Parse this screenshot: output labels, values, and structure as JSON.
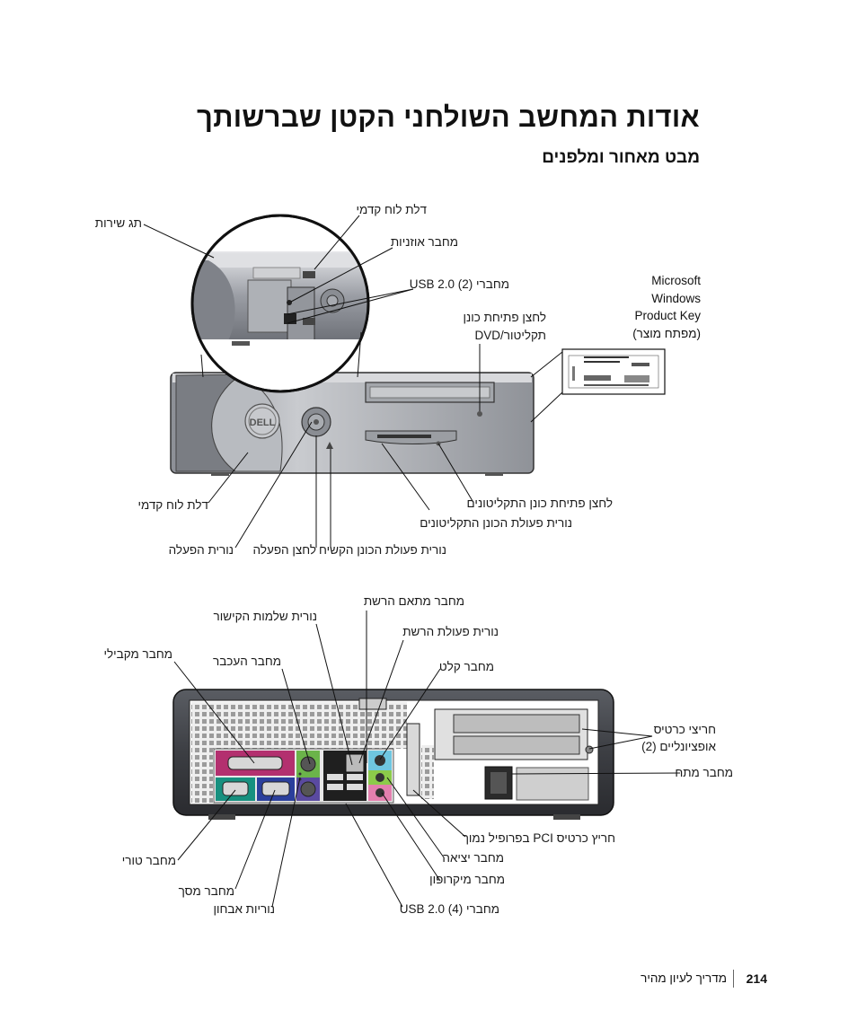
{
  "page": {
    "title": "אודות המחשב השולחני הקטן שברשותך",
    "subtitle": "מבט מאחור ומלפנים",
    "footer_page": "214",
    "footer_text": "מדריך לעיון מהיר"
  },
  "front": {
    "product_key_lines": [
      "Microsoft",
      "Windows",
      "Product Key",
      "(מפתח מוצר)"
    ],
    "labels": {
      "service_tag": "תג שירות",
      "front_panel_door_top": "דלת לוח קדמי",
      "headphone": "מחבר אוזניות",
      "usb2": "מחברי USB 2.0 (2)",
      "dvd_eject_1": "לחצן פתיחת כונן",
      "dvd_eject_2": "DVD/תקליטור",
      "front_panel_door": "דלת לוח קדמי",
      "power_light": "נורית הפעלה",
      "power_button": "לחצן הפעלה",
      "hdd_light": "נורית פעולת הכונן הקשיח",
      "floppy_eject": "לחצן פתיחת כונן התקליטונים",
      "floppy_light": "נורית פעולת הכונן התקליטונים"
    },
    "brand_logo": "DELL"
  },
  "back": {
    "labels": {
      "network_adapter": "מחבר מתאם הרשת",
      "link_integrity": "נורית שלמות הקישור",
      "network_activity": "נורית פעולת הרשת",
      "parallel": "מחבר מקבילי",
      "mouse": "מחבר העכבר",
      "line_in": "מחבר קלט",
      "card_slots_1": "חריצי כרטיס",
      "card_slots_2": "אופציונליים (2)",
      "power_connector": "מחבר מתח",
      "pci_slot": "חריץ כרטיס PCI בפרופיל נמוך",
      "line_out": "מחבר יציאה",
      "mic": "מחבר מיקרופון",
      "serial": "מחבר טורי",
      "video": "מחבר מסך",
      "diag_lights": "נוריות אבחון",
      "usb_back": "מחברי USB 2.0 (4)"
    }
  }
}
